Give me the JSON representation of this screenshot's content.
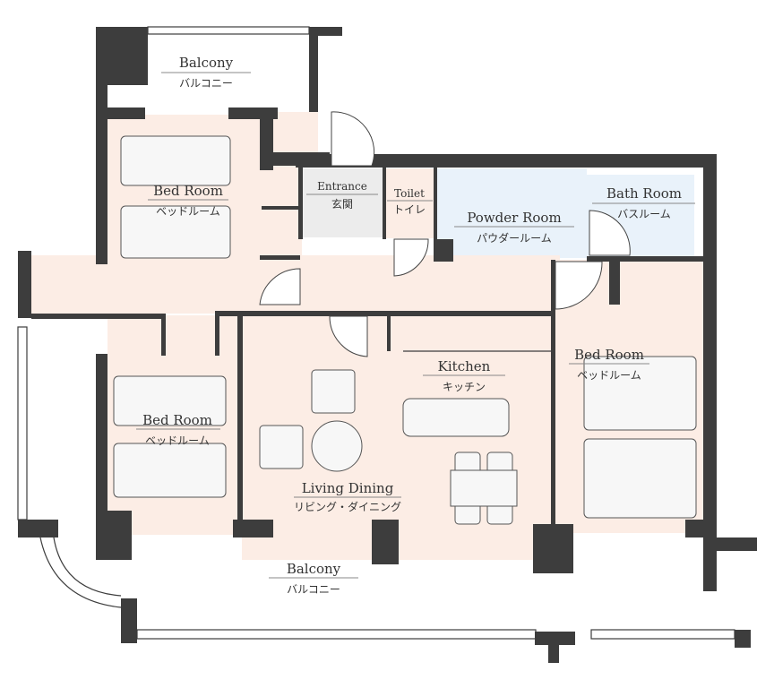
{
  "rooms": {
    "balcony_top": {
      "en": "Balcony",
      "jp": "バルコニー"
    },
    "bedroom_1": {
      "en": "Bed Room",
      "jp": "ベッドルーム"
    },
    "entrance": {
      "en": "Entrance",
      "jp": "玄関"
    },
    "toilet": {
      "en": "Toilet",
      "jp": "トイレ"
    },
    "powder_room": {
      "en": "Powder Room",
      "jp": "パウダールーム"
    },
    "bath_room": {
      "en": "Bath Room",
      "jp": "バスルーム"
    },
    "bedroom_2": {
      "en": "Bed Room",
      "jp": "ベッドルーム"
    },
    "kitchen": {
      "en": "Kitchen",
      "jp": "キッチン"
    },
    "bedroom_3": {
      "en": "Bed Room",
      "jp": "ベッドルーム"
    },
    "living_dining": {
      "en": "Living Dining",
      "jp": "リビング・ダイニング"
    },
    "balcony_bottom": {
      "en": "Balcony",
      "jp": "バルコニー"
    }
  },
  "colors": {
    "wall": "#3d3d3d",
    "floor": "#fcede5",
    "wet_area": "#e9f2fa",
    "entrance": "#ececec"
  }
}
